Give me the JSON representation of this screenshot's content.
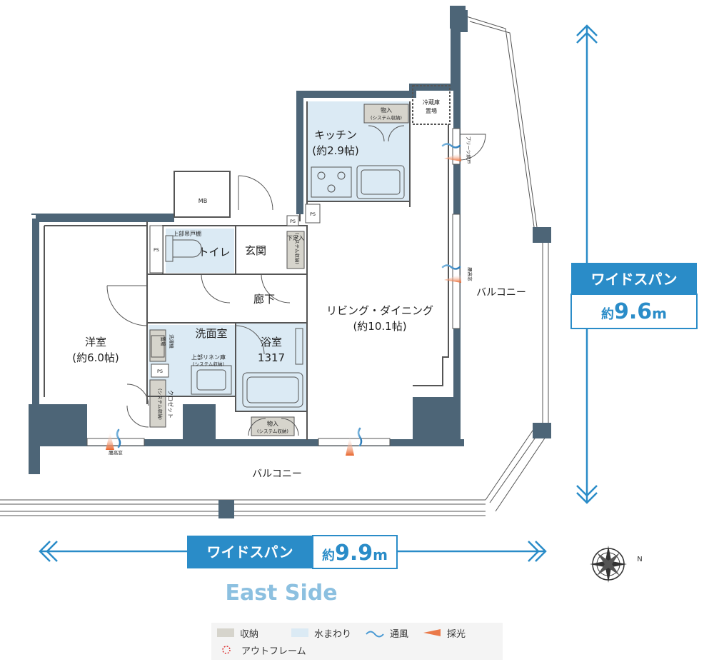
{
  "rooms": {
    "kitchen": "キッチン",
    "kitchen_size": "(約2.9帖)",
    "living": "リビング・ダイニング",
    "living_size": "(約10.1帖)",
    "western": "洋室",
    "western_size": "(約6.0帖)",
    "toilet": "トイレ",
    "entrance": "玄関",
    "corridor": "廊下",
    "washroom": "洗面室",
    "bathroom": "浴室",
    "bathroom_size": "1317"
  },
  "labels": {
    "mb": "MB",
    "ps": "PS",
    "storage": "物入",
    "system_storage": "(システム収納)",
    "fridge_1": "冷蔵庫",
    "fridge_2": "置場",
    "upper_cabinet": "上部吊戸棚",
    "shoe_box_1": "下足入",
    "shoe_box_2": "(システム収納)",
    "linen_1": "上部リネン庫",
    "linen_2": "(システム収納)",
    "washer_1": "洗濯機",
    "washer_2": "置場",
    "closet_1": "クロゼット",
    "closet_2": "(システム収納)",
    "pleats_door": "プリーツ網戸",
    "waist_window": "腰高窓",
    "balcony": "バルコニー"
  },
  "spans": {
    "badge": "ワイドスパン",
    "prefix": "約",
    "vertical_value": "9.6",
    "horizontal_value": "9.9",
    "unit": "m"
  },
  "side_label": "East Side",
  "compass": {
    "letter": "N"
  },
  "legend": {
    "storage": "収納",
    "water": "水まわり",
    "ventilation": "通風",
    "daylight": "採光",
    "outframe": "アウトフレーム"
  },
  "colors": {
    "wall": "#4d6577",
    "span_blue": "#2a8cc8",
    "water": "#dbeaf4",
    "storage": "#d6d4cc"
  }
}
